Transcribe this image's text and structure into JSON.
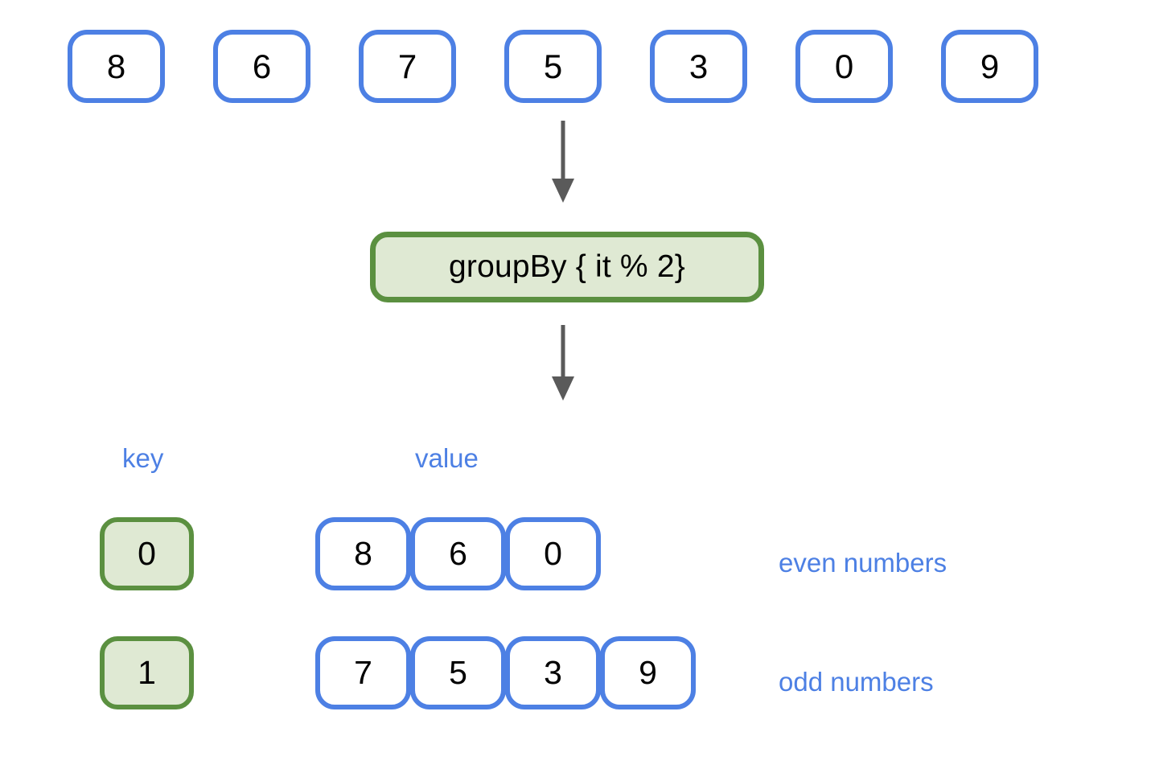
{
  "diagram": {
    "title_text": "groupBy { it % 2}",
    "colors": {
      "box_border_blue": "#4d80e4",
      "box_fill_white": "#ffffff",
      "op_border_green": "#5b9040",
      "op_fill_green": "#dfe9d3",
      "arrow_gray": "#5a5a5a",
      "label_blue": "#4d80e4",
      "number_black": "#000000",
      "background": "#ffffff"
    },
    "input": {
      "name": "input-list",
      "items": [
        "8",
        "6",
        "7",
        "5",
        "3",
        "0",
        "9"
      ]
    },
    "operation": {
      "label": "groupBy { it % 2}"
    },
    "arrows": [
      {
        "name": "arrow-input-to-operation"
      },
      {
        "name": "arrow-operation-to-result"
      }
    ],
    "result": {
      "captions": {
        "key": "key",
        "value": "value"
      },
      "rows": [
        {
          "key": "0",
          "values": [
            "8",
            "6",
            "0"
          ],
          "annotation": "even numbers"
        },
        {
          "key": "1",
          "values": [
            "7",
            "5",
            "3",
            "9"
          ],
          "annotation": "odd numbers"
        }
      ]
    }
  }
}
